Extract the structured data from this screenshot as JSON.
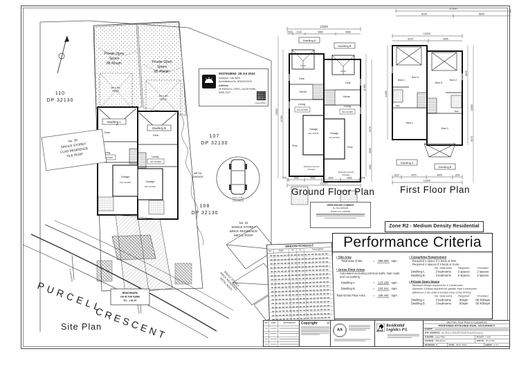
{
  "site": {
    "title": "Site Plan",
    "street1": "PURCELL",
    "street2": "CRESCENT",
    "lots": {
      "l110a": "110",
      "l110b": "DP 32130",
      "l107a": "107",
      "l107b": "DP 32130",
      "l108a": "108",
      "l108b": "DP 32130"
    },
    "n35": {
      "a": "No. 35",
      "b": "SINGLE STOREY",
      "c": "CLAD RESIDENCE",
      "d": "TILE ROOF"
    },
    "n31": {
      "a": "No. 31",
      "b": "SINGLE STOREY",
      "c": "BRICK RESIDENCE",
      "d": "METAL ROOF"
    },
    "n31diag": {
      "a": "SINGLE STOREY",
      "b": "BRICK RESIDENCE",
      "c": "METAL ROOF"
    },
    "garage": {
      "a": "METAL",
      "b": "GARAGE"
    },
    "posA": {
      "a": "Private Open",
      "b": "Space",
      "c": "88.45sqm"
    },
    "posB": {
      "a": "Private Open",
      "b": "Space",
      "c": "80.40sqm"
    },
    "pposA": {
      "a": "4m x 4m",
      "b": "PPOS"
    },
    "pposB": {
      "a": "4m x 4m",
      "b": "PPOS"
    },
    "dwA": "Dwelling A",
    "dwB": "Dwelling B",
    "rA": {
      "dine": "Dine",
      "living": "Living",
      "ffl": "FFL 62.895",
      "gar": "Garage",
      "gffl": "FFL 62.545"
    },
    "rB": {
      "dine": "Dine",
      "living": "Living",
      "ffl": "FFL 62.885",
      "gar": "Garage",
      "gffl": "FFL 62.540"
    },
    "bench": {
      "a": "BENCHMARK",
      "b": "DH IN TOP KERB",
      "c": "R.L. = 61.97"
    },
    "car": {
      "a": "5.2m x 2.5m",
      "b": "CAR SPACE"
    },
    "storm": "STORM WATER"
  },
  "stamp": {
    "cert_no": "0037918063",
    "date": "28 Jul 2022",
    "logo_text": "HOUSE",
    "l1": "Assessor: Luis Spiro",
    "l2": "Accreditation No. NSW/10/1034",
    "l3": "Address:",
    "l4": "29 PURCELL CRES, LALOR PARK,",
    "l5": "NSW, 2147",
    "brand": "TickCertified"
  },
  "ground": {
    "title": "Ground Floor Plan",
    "total_top": "12220",
    "top": [
      "0930",
      "2130",
      "5080",
      "4080"
    ],
    "bot": [
      "205",
      "2680",
      "2850",
      "3080",
      "2680",
      "205"
    ],
    "total_bot": "12220",
    "left1": "13300",
    "left2": "11300",
    "right1": "11300",
    "right2": "3470",
    "right3": "2890",
    "right4": "1350",
    "dwA": "Dwelling A",
    "dwB": "Dwelling B",
    "rooms": {
      "dineA": "Dine",
      "dineB": "Dine",
      "kitA": "Kitchen",
      "kitB": "Kitchen",
      "livA": "Living",
      "livB": "Living",
      "fflA": "FFL 62.895",
      "fflB": "FFL 62.885",
      "garA": "Garage",
      "garB": "Garage",
      "gfflA": "FFL 62.545",
      "gfflB": "FFL 62.540",
      "porchA": "Porch",
      "porchB": "Porch",
      "entryA": "Entry",
      "entryB": "Entry"
    },
    "driveA": {
      "a": "Stamped concrete",
      "b": "driveway"
    },
    "driveB": {
      "a": "Stamped concrete",
      "b": "driveway"
    }
  },
  "consent": {
    "l1": "OPEN SPACES CONSENT",
    "l2": "No. DA-22/00423",
    "l3": "BASIX Cert. A453218"
  },
  "first": {
    "title": "First Floor Plan",
    "t1": "17220",
    "t2a": "8225",
    "t2b": "6605",
    "total_top": "12220",
    "topA": "6225",
    "topB": "5995",
    "bot": [
      "1620",
      "4375",
      "4605",
      "1500"
    ],
    "total_bot": "12220",
    "right1": "8230",
    "right2": "13300",
    "right3": "3470",
    "left1": "11300",
    "dwA": "Dwelling A",
    "dwB": "Dwelling B",
    "rooms": {
      "bed2A": "Bed 2",
      "bed3A": "Bed 3",
      "bed1A": "Bed 1",
      "bed2B": "Bed 2",
      "bed3B": "Bed 3",
      "bed1B": "Bed 1",
      "bathA": "Bath",
      "bathB": "Bath"
    }
  },
  "zone": "Zone R2 - Medium Density Residential",
  "perf": {
    "title": "Performance Criteria",
    "site_area_h": "Site Area",
    "site_area": {
      "l": "Total area of site",
      "eq": "=",
      "v": "588.300",
      "u": "sqm"
    },
    "gfa_h": "Gross Floor Areas",
    "gfa_n1": "Calculated excluding external walls, stair voids",
    "gfa_n2": "and car parking -",
    "gfaA": {
      "l": "Dwelling A",
      "eq": "=",
      "v": "123.199",
      "u": "sqm"
    },
    "gfaB": {
      "l": "Dwelling B",
      "eq": "=",
      "v": "122.241",
      "u": "sqm"
    },
    "gfaT": {
      "l": "Total Gross Floor Area",
      "eq": "=",
      "v": "245.440",
      "u": "sqm"
    },
    "park_h": "Carparking Requirement",
    "park_n1": "Required 1 space if 2 beds or less",
    "park_n2": "Required 2 spaces if 3 beds or more",
    "th": {
      "beds": "No. bedrooms",
      "req": "Required",
      "prov": "Provided"
    },
    "parkA": {
      "l": "Dwelling A",
      "beds": "3 bedrooms",
      "req": "2 spaces",
      "prov": "2 spaces"
    },
    "parkB": {
      "l": "Dwelling B",
      "beds": "3 bedrooms",
      "req": "2 spaces",
      "prov": "2 spaces"
    },
    "pos_h": "Private Open Space",
    "pos_n1": "Minimum 80sqm required for 1-3 bedrooms",
    "pos_n2": "Minimum 100sqm required for greater than 4 bedrooms",
    "pos_n3": "(Minimum 2.5m wide & located clear of the PPOS)",
    "th2": {
      "beds": "No. bedrooms",
      "req": "Required",
      "prov": "Provided"
    },
    "posA": {
      "l": "Dwelling A",
      "beds": "3 bedrooms",
      "req": "80sqm",
      "prov": "88.450sqm"
    },
    "posB": {
      "l": "Dwelling B",
      "beds": "3 bedrooms",
      "req": "80sqm",
      "prov": "80.400sqm"
    }
  },
  "schedule": {
    "title": "WINDOW SCHEDULE",
    "h1": "No.",
    "h2": "Type",
    "h3": "W",
    "h4": "H",
    "h5": "Description"
  },
  "tb": {
    "rev_h1": "No.",
    "rev_h2": "Date",
    "rev_h3": "Amendment",
    "copyright": "Copyright",
    "copy_sym": "©",
    "bda_mono": "AA",
    "logo_name1": "Residential",
    "logo_name2": "Logistics P/L",
    "proj1": "Site Plan, Floor Plans & Calculations",
    "proj2": "PROPOSED ATTACHED DUAL OCCUPANCY",
    "client_l": "CLIENT:",
    "addr_l": "SITE ADDRESS:",
    "addr_v": "No.29 (Lot 109) DP 32130 Purcell Crescent",
    "suburb_l": "SUBURB:",
    "suburb_v": "Lalor Park",
    "scale_l": "SCALE:",
    "scale_v": "1:100",
    "council_l": "COUNCIL:",
    "council_v": "Blacktown",
    "job_l": "JOB No:",
    "job_v": "JN 21.82",
    "rev_l": "REVISION:",
    "rev_v": "B",
    "date_l": "DATE:",
    "date_v": "29.07.2022",
    "sheet_l": "SHEET:",
    "sheet_v": "2 of 7"
  }
}
